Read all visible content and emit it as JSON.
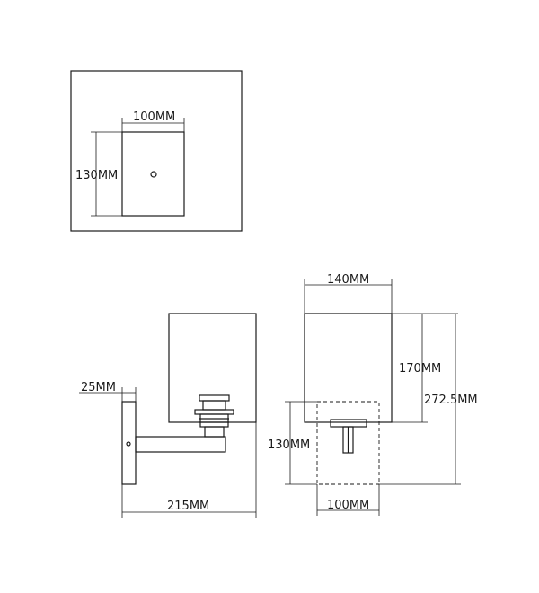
{
  "dimensions": {
    "top_width": "100MM",
    "top_height": "130MM",
    "shade_width": "140MM",
    "shade_height": "170MM",
    "total_height": "272.5MM",
    "back_height": "130MM",
    "back_width": "100MM",
    "arm_offset": "25MM",
    "projection": "215MM"
  }
}
